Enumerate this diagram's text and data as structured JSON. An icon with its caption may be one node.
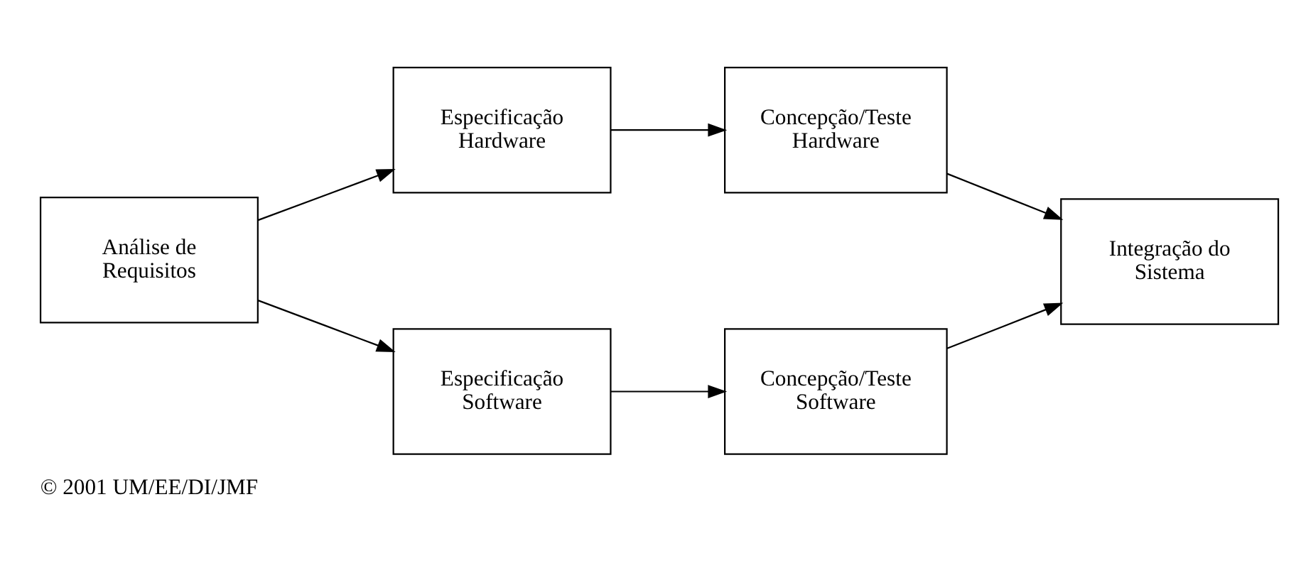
{
  "diagram": {
    "nodes": [
      {
        "text": [
          "Análise de Requisitos"
        ]
      },
      {
        "text": [
          "Especificação Hardware"
        ]
      },
      {
        "text": [
          "Concepção/Teste Hardware"
        ]
      },
      {
        "text": [
          "Integração do Sistema"
        ]
      },
      {
        "text": [
          "Especificação Software"
        ]
      },
      {
        "text": [
          "Concepção/Teste Software"
        ]
      }
    ],
    "edges": [
      {
        "from": 0,
        "to": 1,
        "arrow": "to"
      },
      {
        "from": 1,
        "to": 2,
        "arrow": "to"
      },
      {
        "from": 2,
        "to": 3,
        "arrow": "to"
      },
      {
        "from": 0,
        "to": 4,
        "arrow": "to"
      },
      {
        "from": 4,
        "to": 5,
        "arrow": "to"
      },
      {
        "from": 5,
        "to": 3,
        "arrow": "to"
      }
    ],
    "labels": [
      "© 2001 UM/EE/DI/JMF"
    ]
  }
}
